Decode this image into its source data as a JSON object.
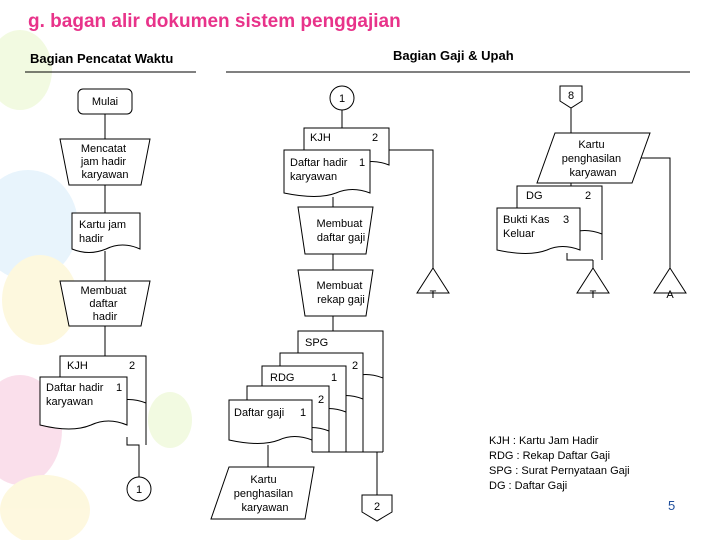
{
  "title": "g. bagan alir dokumen sistem penggajian",
  "columns": {
    "left": "Bagian Pencatat Waktu",
    "right": "Bagian Gaji & Upah"
  },
  "left_lane": {
    "start": "Mulai",
    "step1": [
      "Mencatat",
      "jam hadir",
      "karyawan"
    ],
    "doc1": [
      "Kartu jam",
      "hadir"
    ],
    "step2": [
      "Membuat",
      "daftar",
      "hadir"
    ],
    "doc_kjh": "KJH",
    "doc_kjh_copy": "2",
    "doc_front": [
      "Daftar hadir",
      "karyawan"
    ],
    "doc_front_copy": "1",
    "connector": "1"
  },
  "middle_lane": {
    "connector_in": "1",
    "doc_kjh": "KJH",
    "doc_kjh_copy": "2",
    "doc_front": [
      "Daftar hadir",
      "karyawan"
    ],
    "doc_front_copy": "1",
    "step1": [
      "Membuat",
      "daftar gaji"
    ],
    "step2": [
      "Membuat",
      "rekap gaji"
    ],
    "file_label": "T",
    "doc_spg": "SPG",
    "doc_spg_copy": "2",
    "doc_rdg": "RDG",
    "doc_rdg_copy": "1",
    "doc_dg_copy": "2",
    "doc_dg": "Daftar gaji",
    "doc_dg_num": "1",
    "output": [
      "Kartu",
      "penghasilan",
      "karyawan"
    ],
    "connector_out": "2"
  },
  "right_lane": {
    "connector_in": "8",
    "input": [
      "Kartu",
      "penghasilan",
      "karyawan"
    ],
    "doc_dg": "DG",
    "doc_dg_copy": "2",
    "doc_front": [
      "Bukti Kas",
      "Keluar"
    ],
    "doc_front_copy": "3",
    "file1_label": "T",
    "file2_label": "A"
  },
  "legend": [
    "KJH : Kartu Jam Hadir",
    "RDG : Rekap Daftar Gaji",
    "SPG : Surat Pernyataan Gaji",
    "DG : Daftar Gaji"
  ],
  "page_number": "5",
  "decor_colors": [
    "#f7c6dc",
    "#d7ecfb",
    "#fdf3c4",
    "#e7f6c9"
  ]
}
